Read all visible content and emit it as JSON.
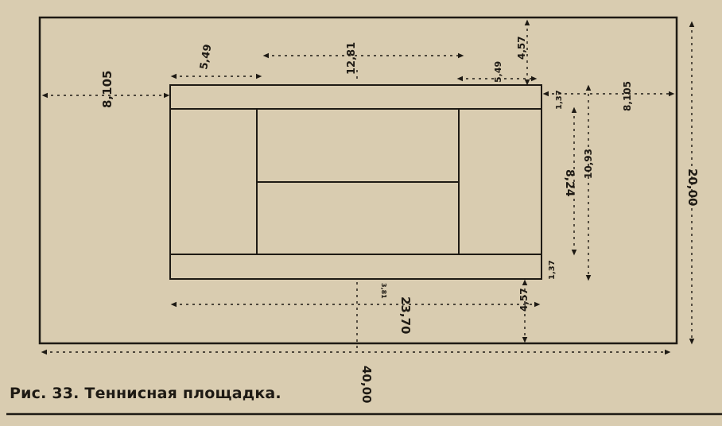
{
  "caption": "Рис. 33. Теннисная площадка.",
  "dimensions": {
    "total_length": "40,00",
    "total_width": "20,00",
    "court_length": "23,70",
    "center_service": "12,81",
    "service_left": "5,49",
    "service_right": "5,49",
    "margin_side_left": "8,105",
    "margin_side_right": "8,105",
    "margin_end_top": "4,57",
    "margin_end_bottom": "4,57",
    "alley_top": "1,37",
    "alley_bottom": "1,37",
    "singles_width": "8,24",
    "doubles_width": "10,93",
    "center_mark": "3,81"
  },
  "colors": {
    "paper": "#d9ccb0",
    "ink": "#1e1a14"
  }
}
